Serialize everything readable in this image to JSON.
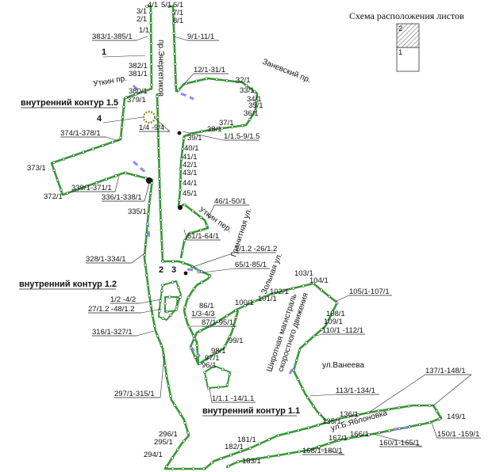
{
  "legend": {
    "title": "Схема расположения листов",
    "sheets": [
      "2",
      "1"
    ]
  },
  "colors": {
    "contour": "#2e9e2e",
    "dashed_segments": "#8c8cf0",
    "text": "#111111"
  },
  "streets": {
    "energetikov": "пр.Энергетиков",
    "zanevsky": "Заневский пр.",
    "utkin_pr": "Уткин пр.",
    "utkin_per": "Уткин пер.",
    "granitnaya": "Гранитная ул.",
    "zolnaya": "Зольная ул.",
    "magistral_1": "Широтная магистраль",
    "magistral_2": "скоростного движения",
    "vaneeva": "ул.Ванеева",
    "yablonovka": "ул.Б.Яблоновка"
  },
  "contour_labels": {
    "c15": "внутренний контур 1.5",
    "c12": "внутренний контур 1.2",
    "c11": "внутренний контур 1.1"
  },
  "number_markers": {
    "m1": "1",
    "m2": "2",
    "m3": "3",
    "m4": "4"
  },
  "point_labels": {
    "p4_1": "4/1",
    "p5_1": "5/1",
    "p6_1": "6/1",
    "p7_1": "7/1",
    "p8_1": "8/1",
    "p3_1": "3/1",
    "p2_1": "2/1",
    "p1_1": "1/1",
    "r383_385": "383/1-385/1",
    "r9_11": "9/1-11/1",
    "p382_1": "382/1",
    "p381_1": "381/1",
    "p380_1": "380/1",
    "p379_1": "379/1",
    "r12_31": "12/1-31/1",
    "p32_1": "32/1",
    "p33_1": "33/1",
    "p34_1": "34/1",
    "p35_1": "35/1",
    "p36_1": "36/1",
    "p37_1": "37/1",
    "p38_1": "38/1",
    "r1_4_9_4": "1/4 -9/4",
    "r1_1_5": "1/1.5-9/1.5",
    "r374_378": "374/1-378/1",
    "p39_1": "39/1",
    "p40_1": "40/1",
    "p41_1": "41/1",
    "p42_1": "42/1",
    "p43_1": "43/1",
    "p44_1": "44/1",
    "p45_1": "45/1",
    "p373_1": "373/1",
    "p372_1": "372/1",
    "r339_371": "339/1-371/1",
    "r336_338": "336/1-338/1",
    "r46_50": "46/1-50/1",
    "p335_1": "335/1",
    "r51_64": "51/1-64/1",
    "r1_1_2": "1/1.2 -26/1.2",
    "r65_85": "65/1-85/1",
    "r328_334": "328/1-334/1",
    "p103_1": "103/1",
    "p104_1": "104/1",
    "p102_1": "102/1",
    "p101_1": "101/1",
    "p100_1": "100/1",
    "r105_107": "105/1-107/1",
    "r1_2_4_2": "1/2 -4/2",
    "r27_48": "27/1.2 -48/1.2",
    "p86_1": "86/1",
    "r1_3_4_3": "1/3-4/3",
    "r87_95": "87/1-95/1",
    "p108_1": "108/1",
    "p109_1": "109/1",
    "r110_112": "110/1 -112/1",
    "r316_327": "316/1-327/1",
    "p99_1": "99/1",
    "p98_1": "98/1",
    "p97_1": "97/1",
    "p96_1": "96/1",
    "r137_148": "137/1-148/1",
    "r297_315": "297/1-315/1",
    "r113_134": "113/1-134/1",
    "r1_1_14": "1/1.1 -14/1.1",
    "p149_1": "149/1",
    "p136_1": "136/1",
    "p135_1": "135/1",
    "p296_1": "296/1",
    "p295_1": "295/1",
    "p167_1": "167/1",
    "p166_1": "166/1",
    "r150_159": "150/1 -159/1",
    "r160_165": "160/1-165/1",
    "p181_1": "181/1",
    "p182_1": "182/1",
    "r168_180": "168/1-180/1",
    "p294_1": "294/1",
    "p183_1": "183/1"
  }
}
